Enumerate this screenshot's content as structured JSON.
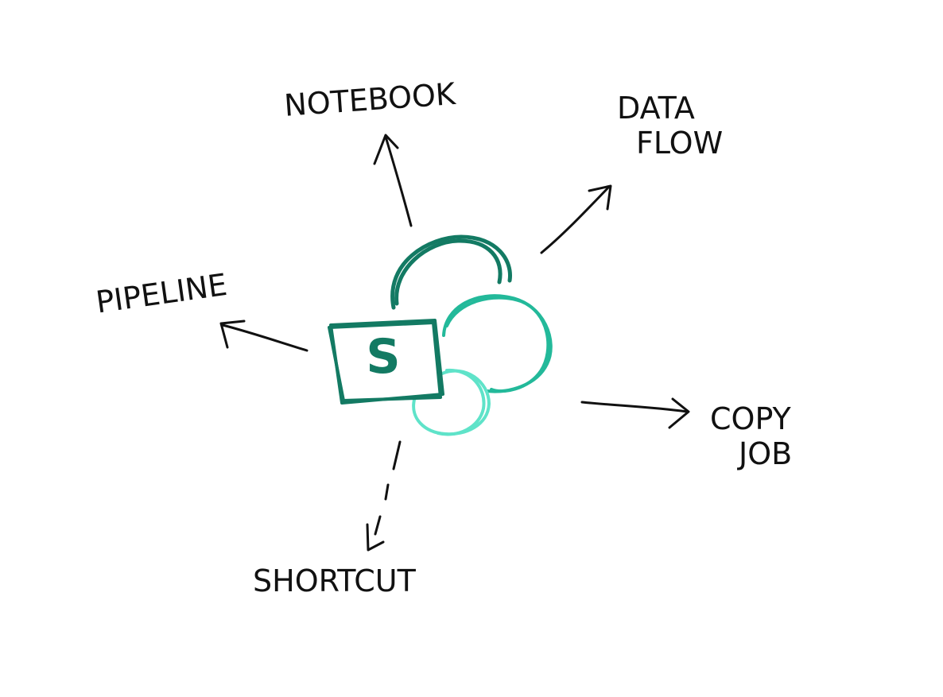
{
  "center": {
    "logo_letter": "S",
    "colors": {
      "dark_teal": "#137a63",
      "mid_teal": "#23b99a",
      "light_teal": "#5fe3c9"
    }
  },
  "destinations": [
    {
      "id": "notebook",
      "lines": [
        "NOTEBOOK"
      ],
      "arrow": "solid"
    },
    {
      "id": "dataflow",
      "lines": [
        "DATA",
        "FLOW"
      ],
      "arrow": "solid"
    },
    {
      "id": "pipeline",
      "lines": [
        "PIPELINE"
      ],
      "arrow": "solid"
    },
    {
      "id": "copyjob",
      "lines": [
        "COPY",
        "JOB"
      ],
      "arrow": "solid"
    },
    {
      "id": "shortcut",
      "lines": [
        "SHORTCUT"
      ],
      "arrow": "dashed"
    }
  ]
}
